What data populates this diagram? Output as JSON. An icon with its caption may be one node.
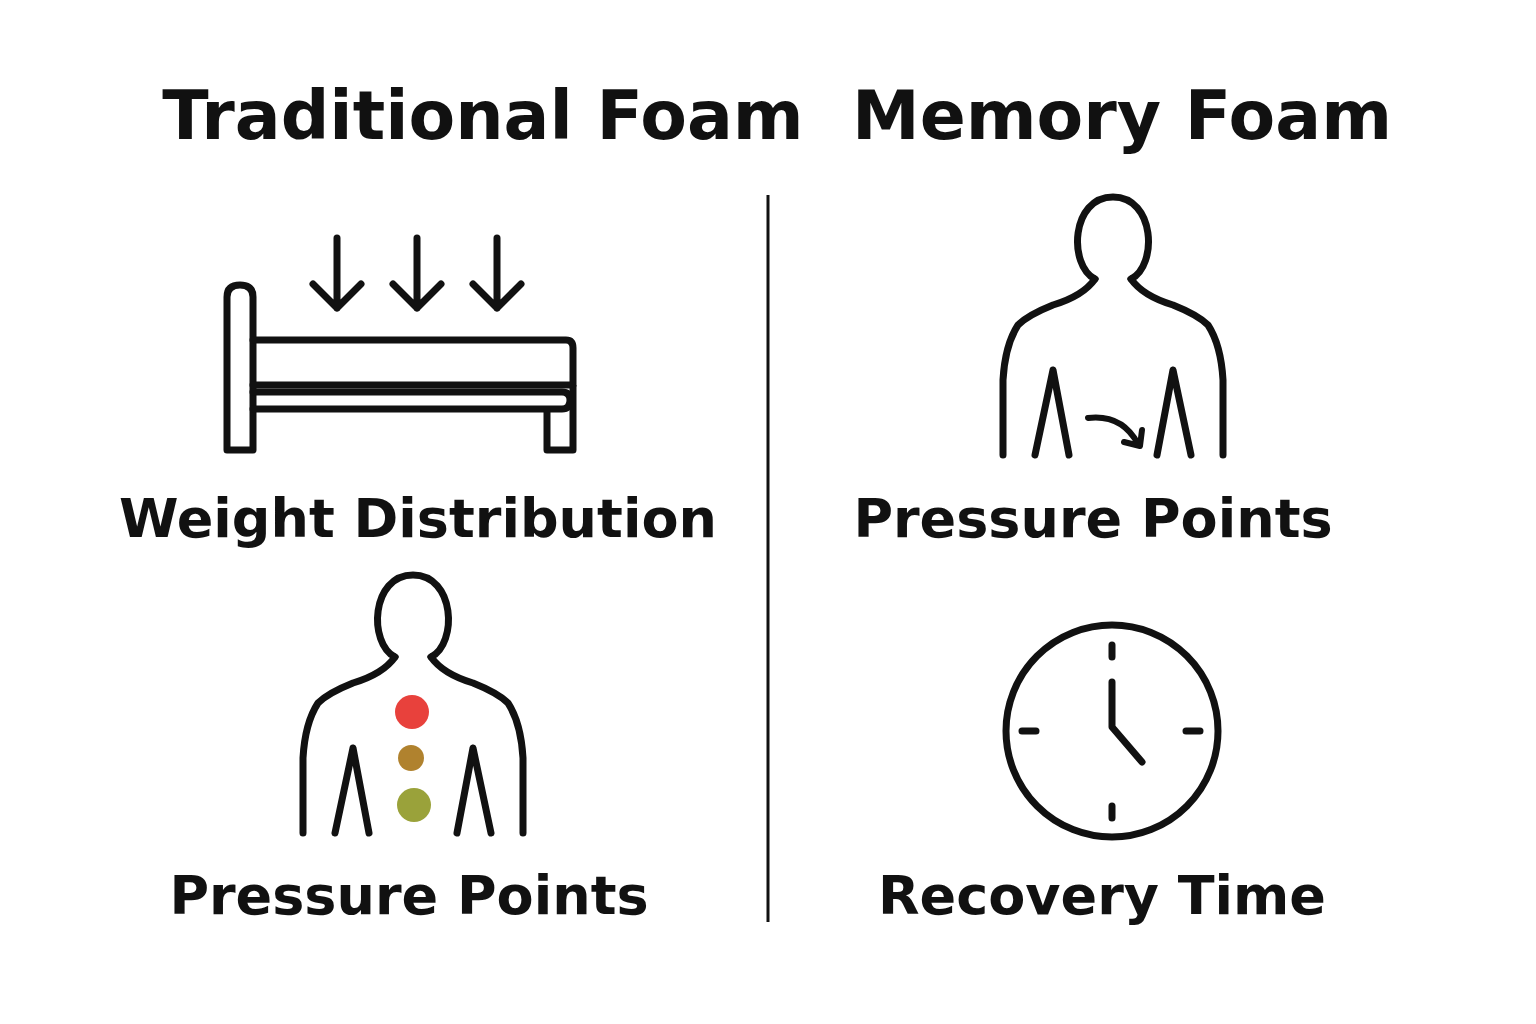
{
  "diagram": {
    "labels": [
      "Traditional Foam",
      "Memory Foam",
      "Weight Distribution",
      "Pressure Points",
      "Pressure Points",
      "Recovery Time"
    ]
  }
}
